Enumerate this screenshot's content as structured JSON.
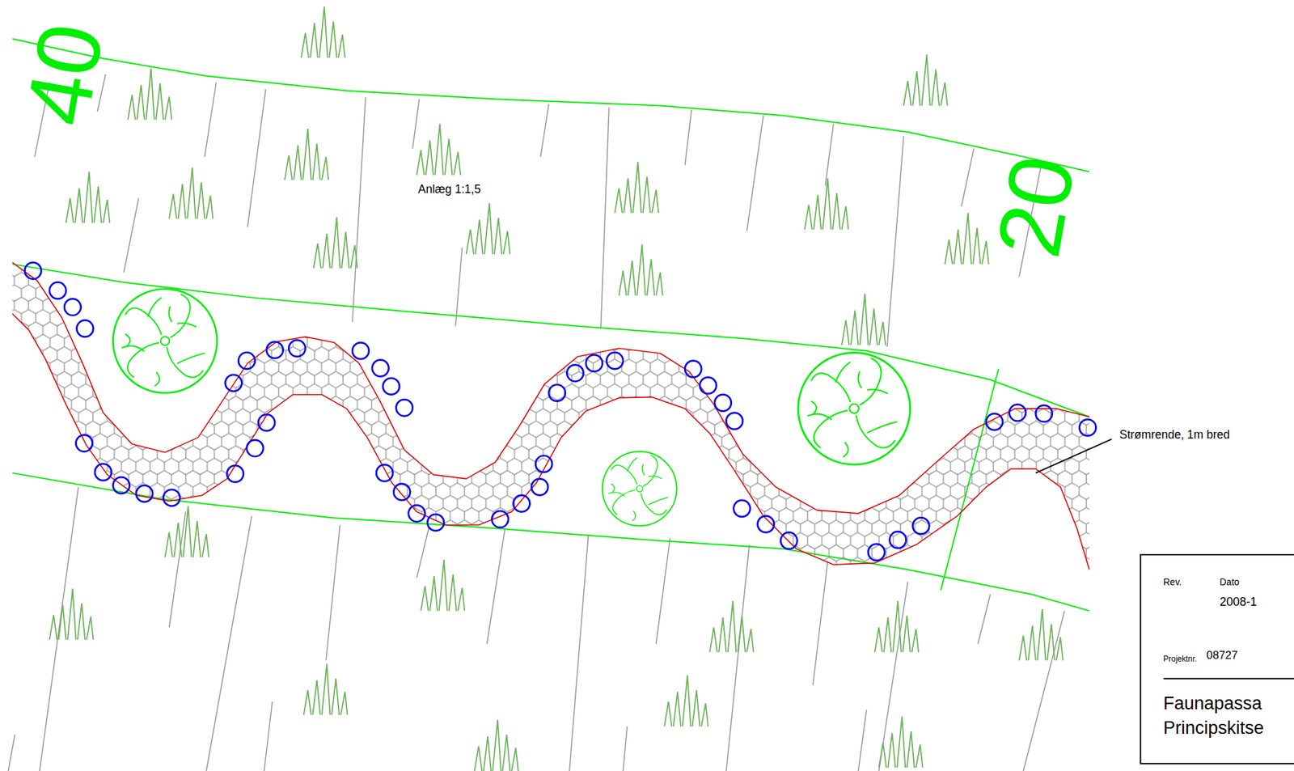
{
  "diagram": {
    "labels": [
      "40",
      "20",
      "Anlæg 1:1,5",
      "Strømrende, 1m bred",
      "Rev.",
      "Dato",
      "2008-1",
      "Projektnr.",
      "08727",
      "Faunapassa",
      "Principskitse"
    ]
  }
}
